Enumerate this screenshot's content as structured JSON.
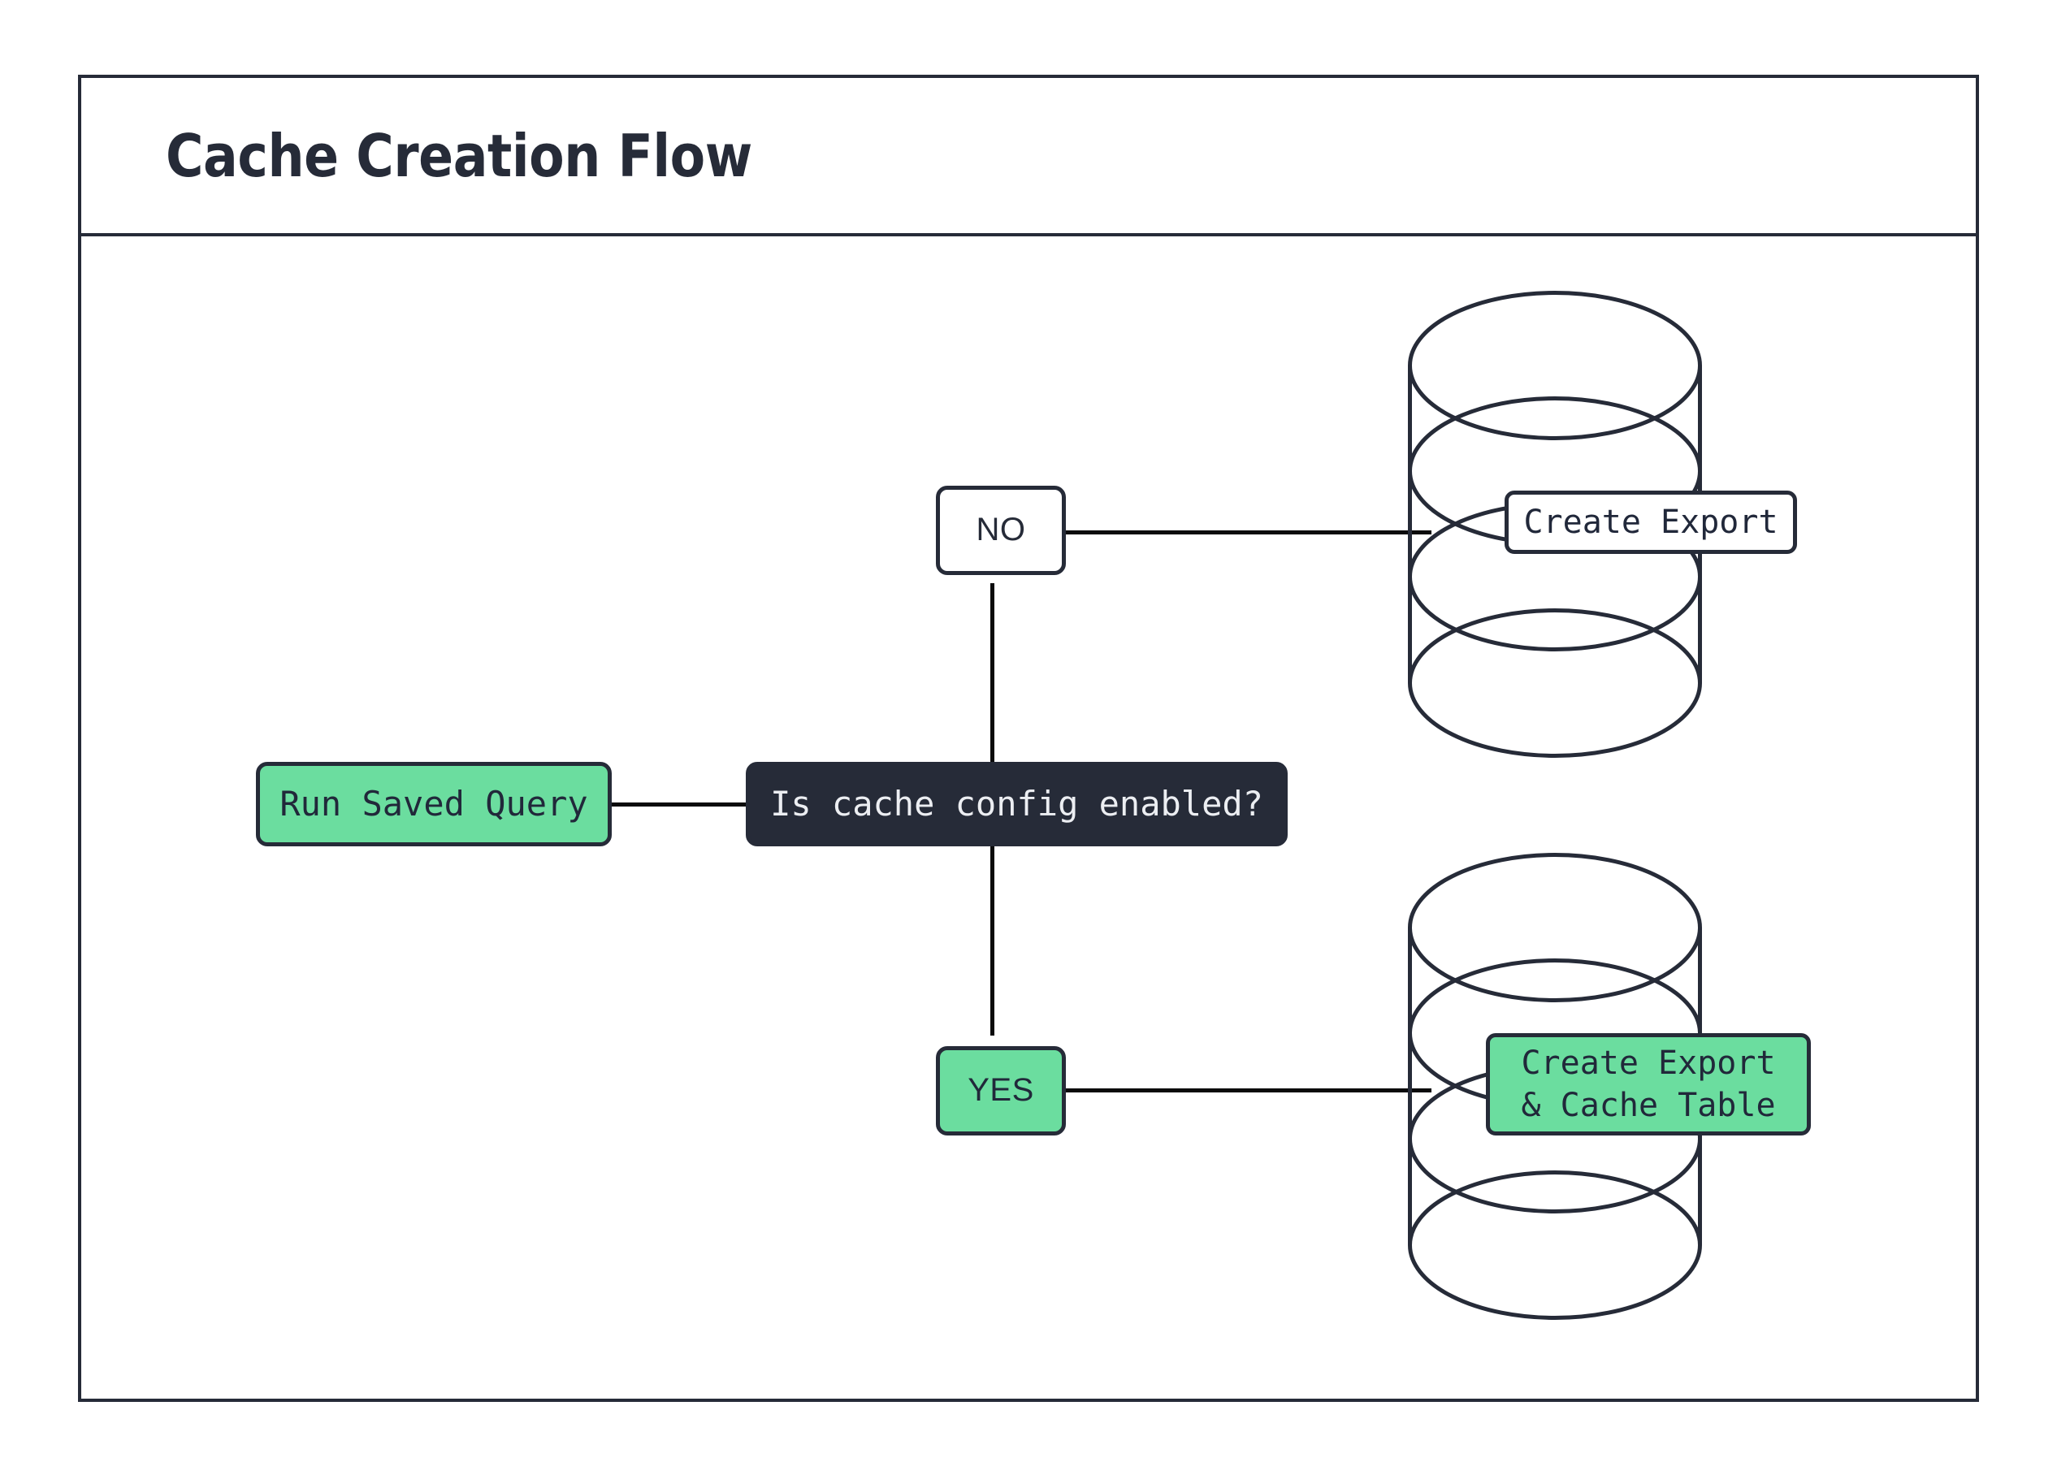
{
  "diagram": {
    "title": "Cache Creation Flow",
    "type": "flowchart",
    "colors": {
      "ink": "#262b38",
      "accent_green": "#6bdd9f",
      "dark_fill": "#262b38",
      "line": "#0b0b0c",
      "background": "#ffffff"
    },
    "nodes": {
      "run_saved_query": {
        "label": "Run Saved Query",
        "shape": "rounded-rect",
        "fill": "green"
      },
      "decision": {
        "label": "Is cache config enabled?",
        "shape": "rounded-rect",
        "fill": "dark"
      },
      "branch_no": {
        "label": "NO",
        "shape": "rounded-rect",
        "fill": "white"
      },
      "branch_yes": {
        "label": "YES",
        "shape": "rounded-rect",
        "fill": "green"
      },
      "db_top": {
        "label": "Create Export",
        "shape": "database-cylinder",
        "label_fill": "white"
      },
      "db_bottom": {
        "label_line1": "Create Export",
        "label_line2": "& Cache Table",
        "shape": "database-cylinder",
        "label_fill": "green"
      }
    },
    "edges": [
      {
        "from": "run_saved_query",
        "to": "decision",
        "label": ""
      },
      {
        "from": "decision",
        "to": "branch_no",
        "label": ""
      },
      {
        "from": "branch_no",
        "to": "db_top",
        "label": ""
      },
      {
        "from": "decision",
        "to": "branch_yes",
        "label": ""
      },
      {
        "from": "branch_yes",
        "to": "db_bottom",
        "label": ""
      }
    ]
  }
}
